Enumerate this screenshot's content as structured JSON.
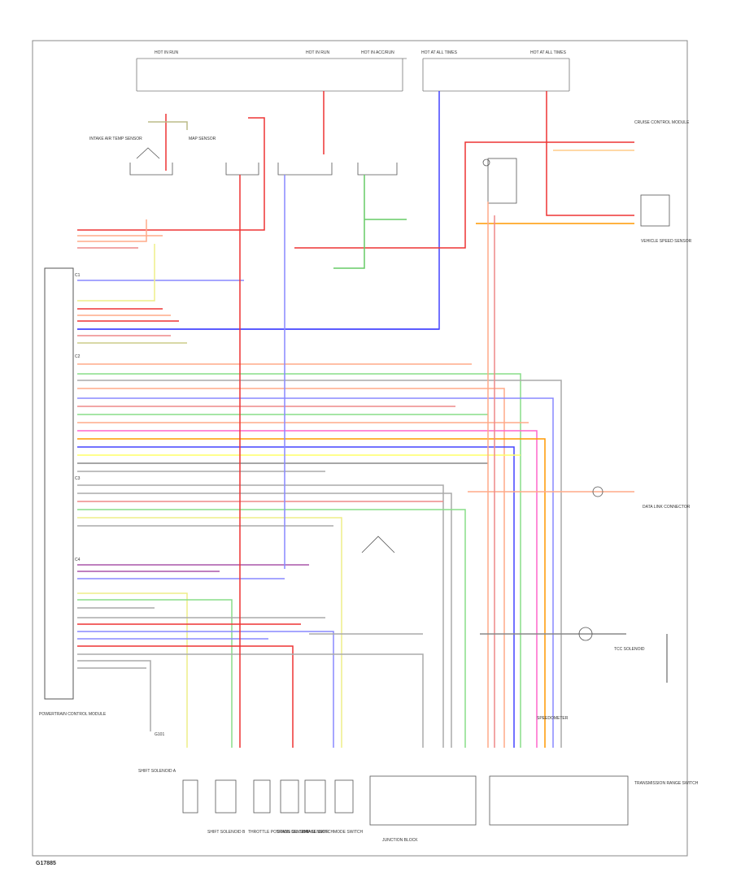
{
  "footer_code": "G17885",
  "ecm": {
    "label": "POWERTRAIN CONTROL MODULE",
    "connectors": [
      "C1",
      "C2",
      "C3",
      "C4"
    ]
  },
  "top_fuses": [
    "HOT IN RUN",
    "HOT IN RUN",
    "HOT IN ACC/RUN",
    "HOT AT ALL TIMES",
    "HOT AT ALL TIMES"
  ],
  "components": {
    "injector_left": "INTAKE AIR TEMP SENSOR",
    "injector_right": "MAP SENSOR",
    "vss": "VEHICLE SPEED SENSOR",
    "tcc": "TCC SOLENOID",
    "data_link": "DATA LINK CONNECTOR",
    "sol_a": "SHIFT SOLENOID A",
    "sol_b": "SHIFT SOLENOID B",
    "throttle": "THROTTLE POSITION SENSOR",
    "oil_temp": "TRANS OIL TEMP SENSOR",
    "brake": "BRAKE SWITCH",
    "mode": "MODE SWITCH",
    "range": "TRANSMISSION RANGE SWITCH",
    "speedo": "SPEEDOMETER",
    "cruise": "CRUISE CONTROL MODULE",
    "junction": "JUNCTION BLOCK",
    "ground": "G101"
  }
}
